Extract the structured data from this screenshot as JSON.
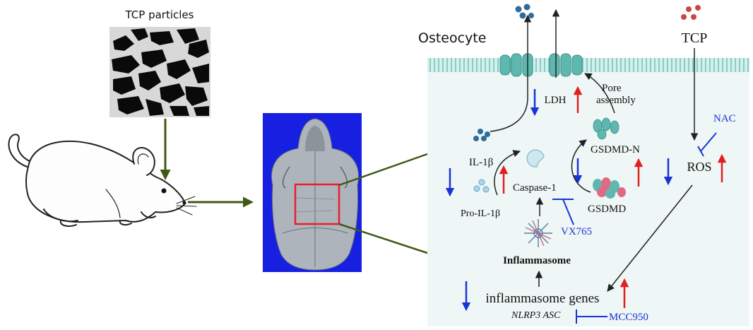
{
  "labels": {
    "tcp_particles": "TCP particles",
    "osteocyte": "Osteocyte",
    "tcp": "TCP",
    "ldh": "LDH",
    "pore_line1": "Pore",
    "pore_line2": "assembly",
    "il1b": "IL-1β",
    "pro_il1b": "Pro-IL-1β",
    "caspase1": "Caspase-1",
    "gsdmd_n": "GSDMD-N",
    "gsdmd": "GSDMD",
    "vx765": "VX765",
    "inflammasome": "Inflammasome",
    "inflammasome_genes": "inflammasome genes",
    "nlrp3_asc": "NLRP3 ASC",
    "mcc950": "MCC950",
    "ros": "ROS",
    "nac": "NAC"
  },
  "colors": {
    "up_arrow": "#e02020",
    "down_arrow": "#1a33d6",
    "inhibitor": "#1a33d6",
    "flow_arrow": "#3f5a14",
    "cell_fill": "#eef7f5",
    "membrane": "#6cc3bb",
    "skull_bg": "#1720e0",
    "roi_box": "#e8202a",
    "particle_blue": "#2f6c9c",
    "particle_red": "#c84848"
  }
}
